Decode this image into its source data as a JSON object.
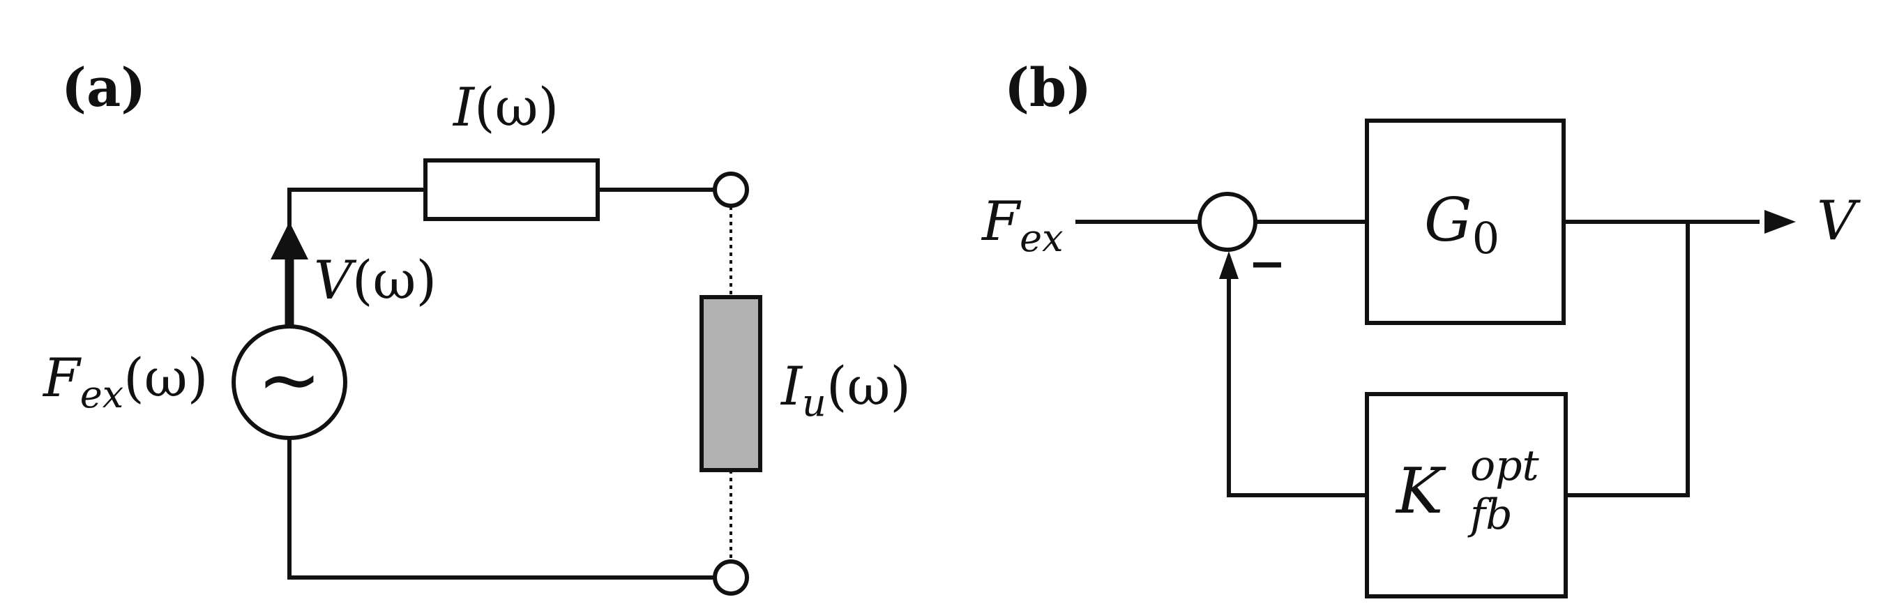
{
  "panel_a": {
    "label": "(a)",
    "current": {
      "main": "I",
      "arg": "(ω)"
    },
    "voltage": {
      "main": "V",
      "arg": "(ω)"
    },
    "source": {
      "main": "F",
      "sub": "ex",
      "arg": "(ω)"
    },
    "source_symbol": "∼",
    "unknown": {
      "main": "I",
      "sub": "u",
      "arg": "(ω)"
    }
  },
  "panel_b": {
    "label": "(b)",
    "input": {
      "main": "F",
      "sub": "ex"
    },
    "output": "V",
    "minus_sign": "−",
    "plant": {
      "main": "G",
      "sub": "0"
    },
    "feedback": {
      "main": "K",
      "sub": "fb",
      "sup": "opt"
    }
  },
  "colors": {
    "stroke": "#111111",
    "unknown_fill": "#b2b2b2",
    "background": "#ffffff"
  }
}
